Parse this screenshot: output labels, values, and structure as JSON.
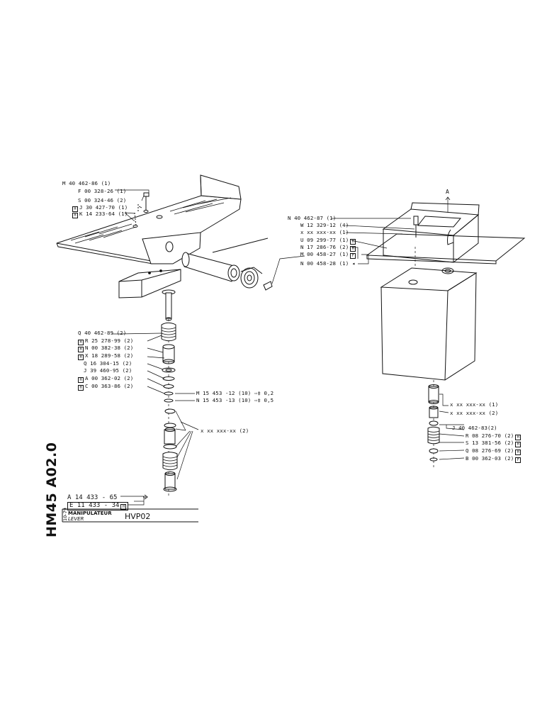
{
  "left_labels": [
    "M 40 462-86 (1)",
    "F 00 328-26 (1)",
    "S 00 324-46 (2)",
    "J 30 427-70 (1)",
    "K 14 233-64 (1)",
    "Q 40 462-89 (2)",
    "R 25 278-99 (2)",
    "N 00 382-38 (2)",
    "X 18 289-58 (2)",
    "Q 16 304-15 (2)",
    "J 39 460-95 (2)",
    "A 00 362-02 (2)",
    "C 00 363-86 (2)",
    "M 15 453 -12 (10)",
    "N 15 453 -13 (10)",
    "x xx xxx-xx (2)"
  ],
  "shim_values": [
    "0,2",
    "0,5"
  ],
  "right_labels": [
    "N 40 462-87 (1)",
    "W 12 329-12 (4)",
    "x xx xxx-xx (1)",
    "U 09 299-77 (1)",
    "N 17 286-76 (2)",
    "M 00 458-27 (1)",
    "N 00 458-28 (1)"
  ],
  "bottom_right_labels": [
    "x xx xxx-xx (1)",
    "x xx xxx-xx (2)",
    "J 40 462-83(2)",
    "R 08 276-70 (2)",
    "S 13 381-56 (2)",
    "Q 08 276-69 (2)",
    "B 00 362-03 (2)"
  ],
  "view_marker": "A",
  "title_block": {
    "doc_code": "HM45 A02.0",
    "ref_a": "A 14 433 - 65",
    "ref_e": "E 11 433 - 34",
    "date": "10-79",
    "name_fr": "MANIPULATEUR",
    "name_en": "LEVER",
    "code": "HVP02"
  }
}
